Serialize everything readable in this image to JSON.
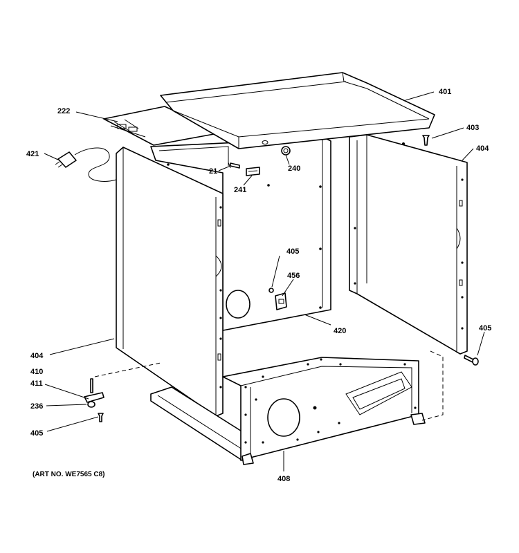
{
  "labels": {
    "p401": "401",
    "p222": "222",
    "p403": "403",
    "p404_right": "404",
    "p421": "421",
    "p21": "21",
    "p240": "240",
    "p241": "241",
    "p405_mid": "405",
    "p456": "456",
    "p420": "420",
    "p405_right": "405",
    "p404_left": "404",
    "p410": "410",
    "p411": "411",
    "p236": "236",
    "p405_left": "405",
    "p408": "408"
  },
  "art_number": "(ART NO. WE7565 C8)"
}
